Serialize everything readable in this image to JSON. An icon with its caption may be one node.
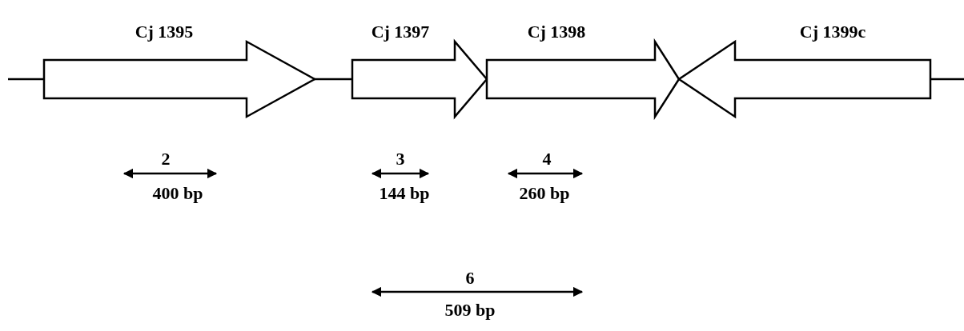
{
  "diagram": {
    "nodes": [
      {
        "text": [
          "Cj 1395"
        ]
      },
      {
        "text": [
          "Cj 1397"
        ]
      },
      {
        "text": [
          "Cj 1398"
        ]
      },
      {
        "text": [
          "Cj 1399c"
        ]
      }
    ],
    "labels": [
      "2",
      "400 bp",
      "3",
      "144 bp",
      "4",
      "260 bp",
      "6",
      "509 bp"
    ]
  }
}
